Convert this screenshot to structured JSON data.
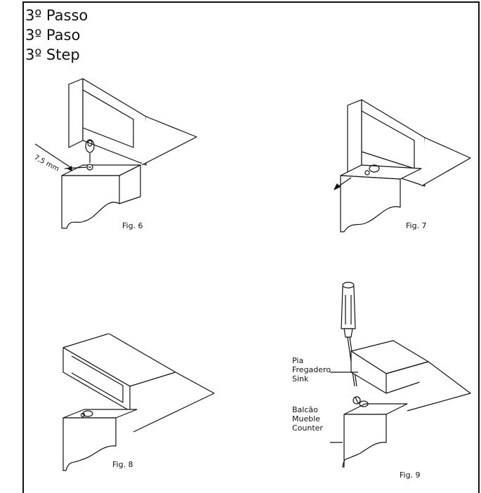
{
  "header": {
    "lines": [
      "3º Passo",
      "3º Paso",
      "3º Step"
    ]
  },
  "figures": [
    {
      "label": "Fig. 6",
      "measurement": "7,5 mm"
    },
    {
      "label": "Fig. 7"
    },
    {
      "label": "Fig. 8"
    },
    {
      "label": "Fig. 9",
      "sink_labels": [
        "Pia",
        "Fregadero",
        "Sink"
      ],
      "counter_labels": [
        "Balcão",
        "Mueble",
        "Counter"
      ]
    }
  ],
  "colors": {
    "line": "#111111",
    "background": "#ffffff"
  }
}
